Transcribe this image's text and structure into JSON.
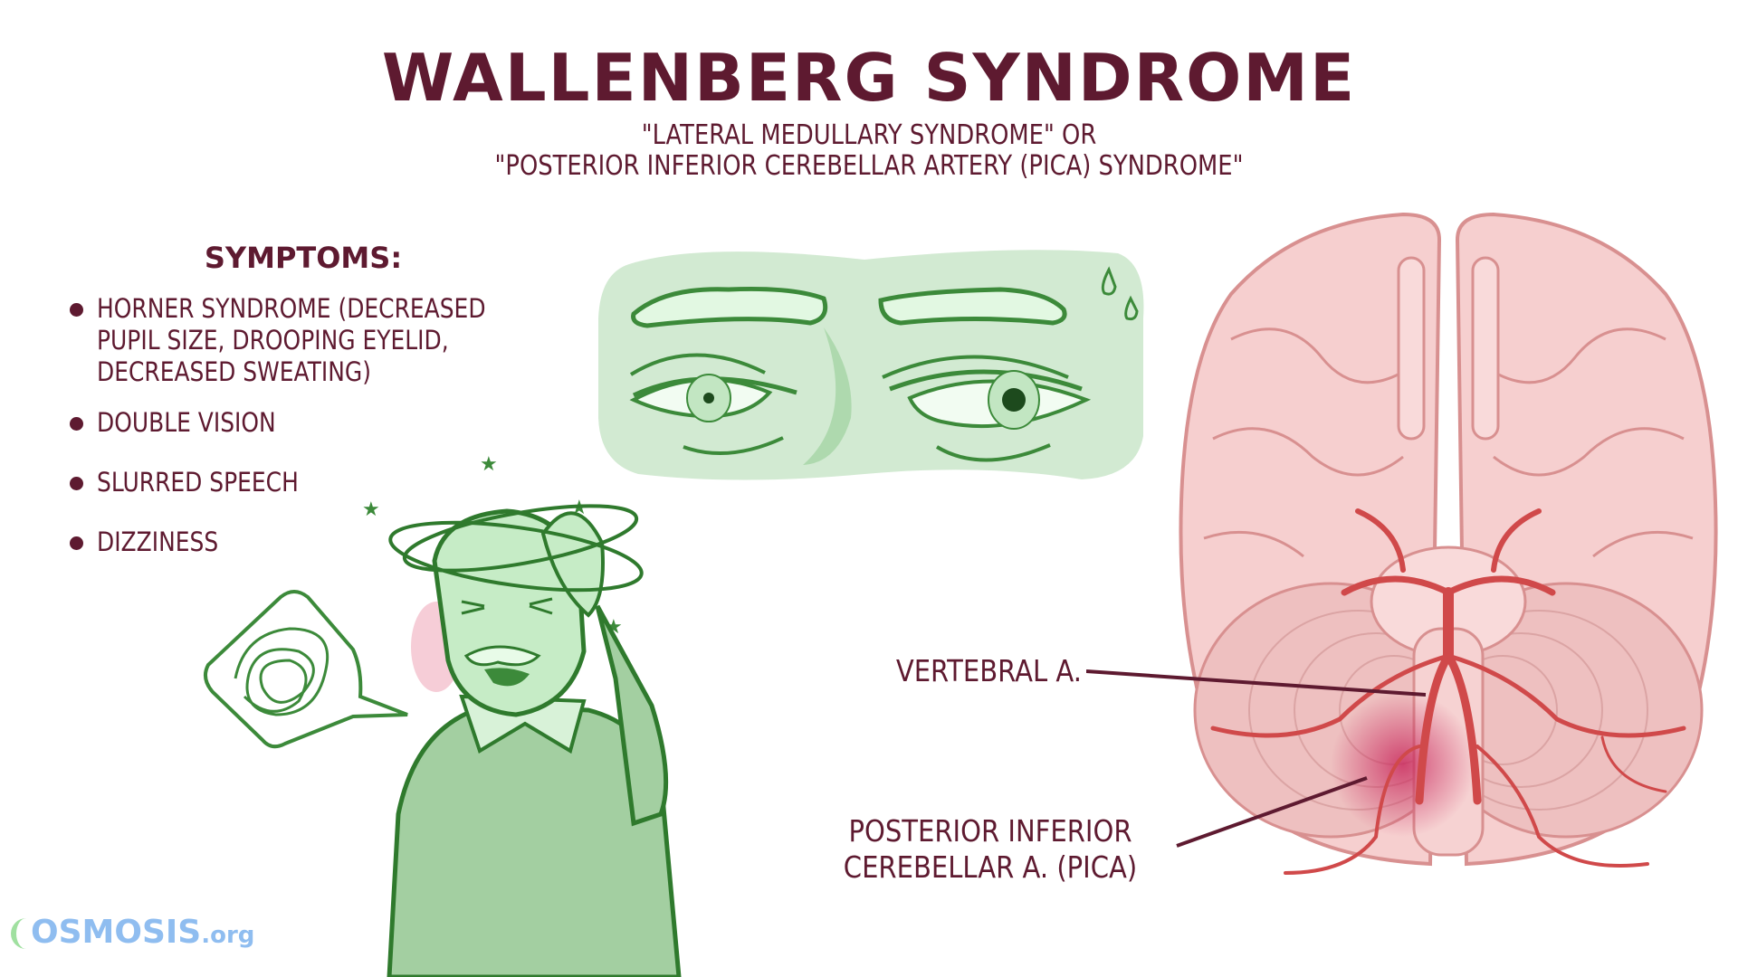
{
  "header": {
    "title": "WALLENBERG SYNDROME",
    "subtitle_line1": "\"LATERAL MEDULLARY SYNDROME\" OR",
    "subtitle_line2": "\"POSTERIOR INFERIOR CEREBELLAR ARTERY (PICA) SYNDROME\""
  },
  "symptoms": {
    "heading": "SYMPTOMS:",
    "items": [
      {
        "label": "HORNER SYNDROME (DECREASED\nPUPIL SIZE, DROOPING EYELID,\nDECREASED SWEATING)"
      },
      {
        "label": "DOUBLE VISION"
      },
      {
        "label": "SLURRED SPEECH"
      },
      {
        "label": "DIZZINESS"
      }
    ]
  },
  "illustrations": {
    "eyes_panel": "horner-eyes-comparison",
    "patient": "dizzy-man-holding-head",
    "speech_bubble": "scribble-speech-bubble",
    "brain": "brain-inferior-view-arteries"
  },
  "brain_labels": {
    "vertebral": "VERTEBRAL A.",
    "pica_line1": "POSTERIOR INFERIOR",
    "pica_line2": "CEREBELLAR A. (PICA)"
  },
  "logo": {
    "brand": "OSMOSIS",
    "suffix": ".org"
  },
  "colors": {
    "text": "#5e1a30",
    "green_fill": "#d2ead2",
    "green_stroke": "#3c8a3a",
    "brain_fill": "#f6cfcf",
    "brain_stroke": "#d89090",
    "artery": "#d0494a",
    "lesion": "#c8245a",
    "logo_blue": "#8fbdf0"
  }
}
